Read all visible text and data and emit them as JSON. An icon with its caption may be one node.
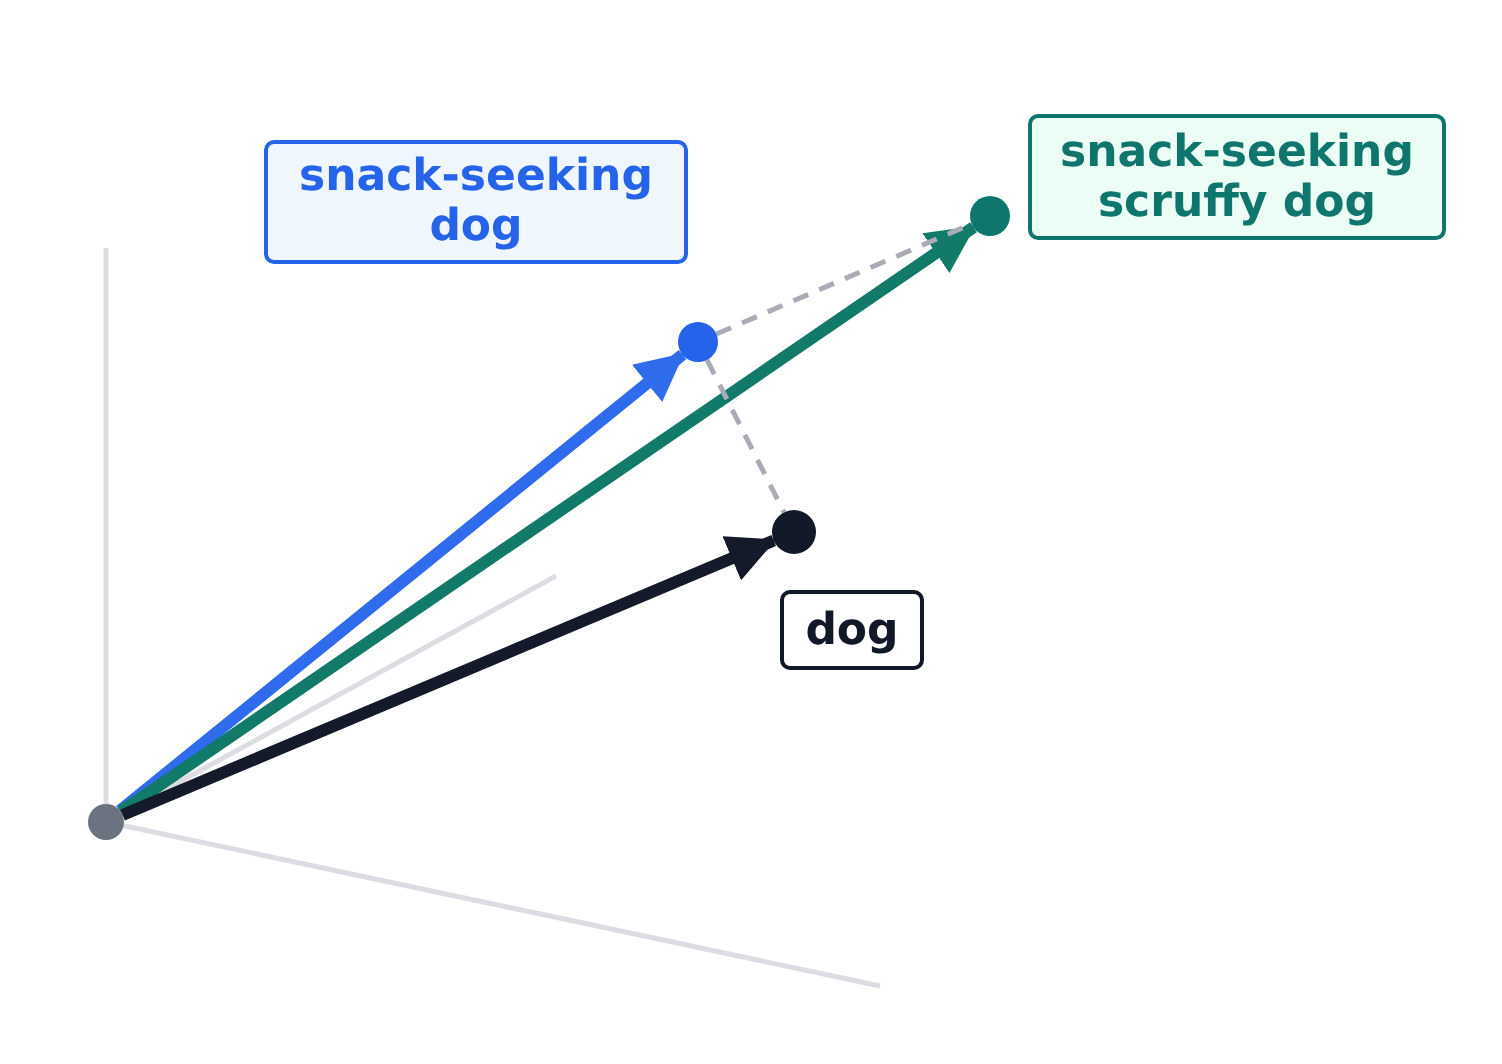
{
  "diagram": {
    "nodes": [
      {
        "text": [],
        "shape": "circle"
      },
      {
        "text": [],
        "shape": "circle"
      },
      {
        "text": [],
        "shape": "circle"
      },
      {
        "text": [],
        "shape": "circle"
      },
      {
        "text": [
          "snack-seeking dog"
        ]
      },
      {
        "text": [
          "snack-seeking scruffy dog"
        ]
      },
      {
        "text": [
          "dog"
        ]
      }
    ],
    "edges": [
      {
        "from": 0,
        "to": 1,
        "arrow": "to",
        "color": "#2f6bed"
      },
      {
        "from": 0,
        "to": 2,
        "arrow": "to",
        "color": "#117a68"
      },
      {
        "from": 0,
        "to": 3,
        "arrow": "to",
        "color": "#141a2a"
      },
      {
        "from": 1,
        "to": 2,
        "arrow": "none",
        "style": "dashed",
        "color": "#a9acb6"
      },
      {
        "from": 1,
        "to": 3,
        "arrow": "none",
        "style": "dashed",
        "color": "#a9acb6"
      }
    ]
  }
}
